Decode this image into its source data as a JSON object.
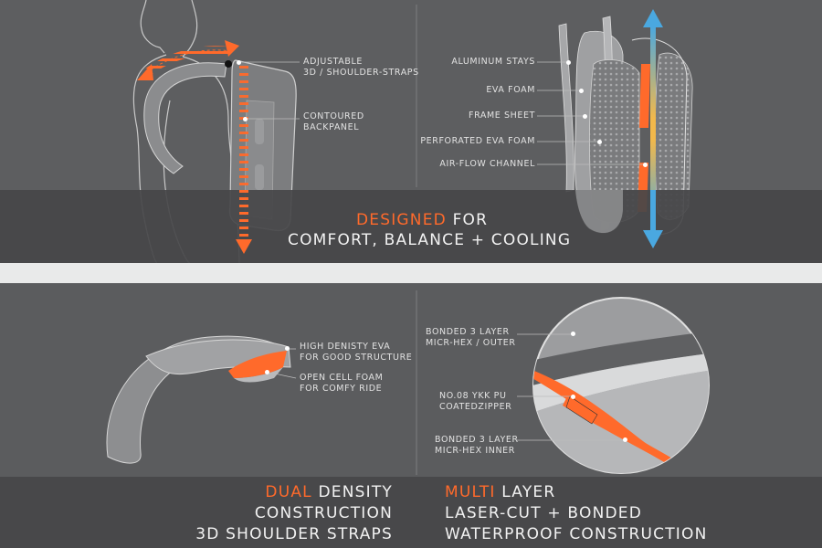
{
  "top_left": {
    "labels": {
      "straps_line1": "ADJUSTABLE",
      "straps_line2": "3D / SHOULDER-STRAPS",
      "backpanel_line1": "CONTOURED",
      "backpanel_line2": "BACKPANEL"
    }
  },
  "top_right": {
    "labels": {
      "stays": "ALUMINUM STAYS",
      "eva": "EVA FOAM",
      "frame": "FRAME SHEET",
      "perforated": "PERFORATED EVA FOAM",
      "airflow": "AIR-FLOW CHANNEL"
    }
  },
  "top_caption": {
    "highlight": "DESIGNED",
    "rest_line1": " FOR",
    "line2": "COMFORT, BALANCE + COOLING"
  },
  "bottom_left": {
    "labels": {
      "high_density_1": "HIGH DENISTY EVA",
      "high_density_2": "FOR GOOD STRUCTURE",
      "open_cell_1": "OPEN CELL FOAM",
      "open_cell_2": "FOR COMFY RIDE"
    }
  },
  "bottom_right": {
    "labels": {
      "outer_1": "BONDED 3 LAYER",
      "outer_2": "MICR-HEX / OUTER",
      "zipper_1": "NO.08 YKK PU",
      "zipper_2": "COATEDZIPPER",
      "inner_1": "BONDED 3 LAYER",
      "inner_2": "MICR-HEX INNER"
    }
  },
  "bottom_caption_left": {
    "highlight": "DUAL",
    "rest_line1": " DENSITY",
    "line2": "CONSTRUCTION",
    "line3": "3D SHOULDER STRAPS"
  },
  "bottom_caption_right": {
    "highlight": "MULTI",
    "rest_line1": " LAYER",
    "line2": "LASER-CUT + BONDED",
    "line3": "WATERPROOF CONSTRUCTION"
  },
  "colors": {
    "accent": "#ff6a2b",
    "background": "#5d5e60",
    "band": "#464749",
    "separator": "#e9eaea",
    "blue_arrow": "#4aa8e0"
  }
}
